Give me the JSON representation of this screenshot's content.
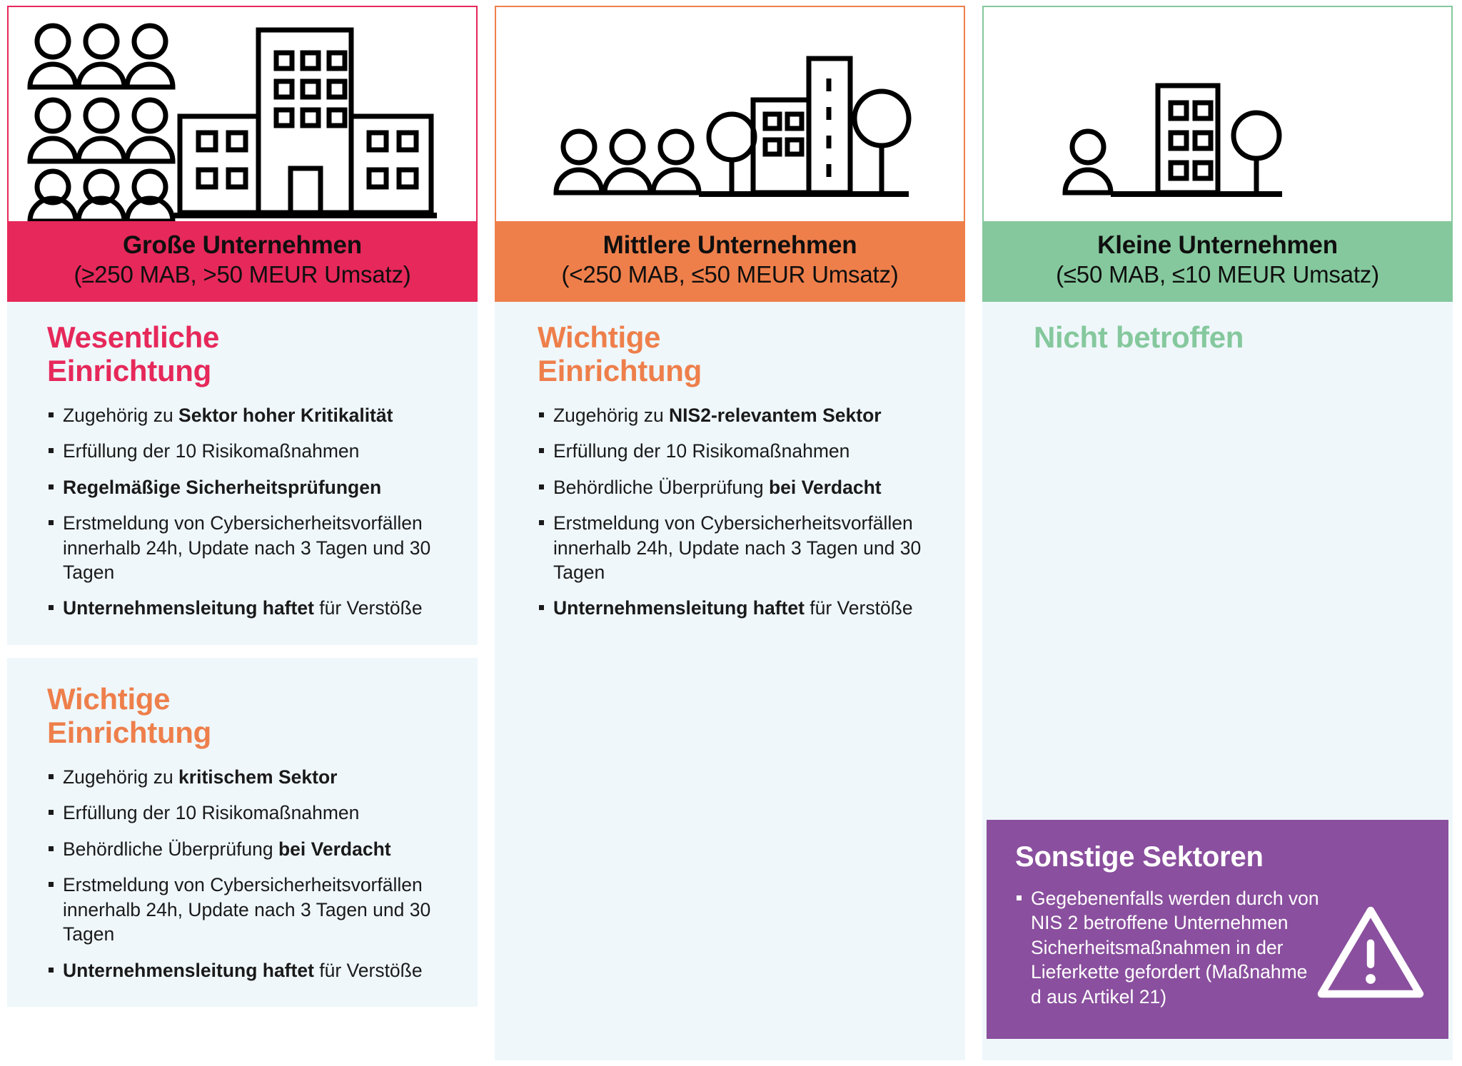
{
  "colors": {
    "large": "#e6285a",
    "medium": "#ee7f4b",
    "small": "#85c89d",
    "other_sectors": "#8a4f9e",
    "panel_background": "#eff7fb"
  },
  "columns": [
    {
      "key": "large",
      "icon_name": "nine-people-and-large-buildings-icon",
      "header_title": "Große Unternehmen",
      "header_subtitle": "(≥250 MAB, >50 MEUR Umsatz)",
      "blocks": [
        {
          "title_line1": "Wesentliche",
          "title_line2": "Einrichtung",
          "bullets": [
            {
              "pre": "Zugehörig zu ",
              "bold": "Sektor hoher Kritikalität",
              "post": ""
            },
            {
              "pre": "Erfüllung der 10 Risikomaßnahmen",
              "bold": "",
              "post": ""
            },
            {
              "pre": "",
              "bold": "Regelmäßige Sicherheitsprüfungen",
              "post": ""
            },
            {
              "pre": "Erstmeldung von Cybersicherheits­vorfällen innerhalb 24h, Update nach 3 Tagen und 30 Tagen",
              "bold": "",
              "post": ""
            },
            {
              "pre": "",
              "bold": "Unternehmensleitung haftet",
              "post": " für Verstöße"
            }
          ]
        },
        {
          "title_line1": "Wichtige",
          "title_line2": "Einrichtung",
          "bullets": [
            {
              "pre": "Zugehörig zu ",
              "bold": "kritischem Sektor",
              "post": ""
            },
            {
              "pre": "Erfüllung der 10 Risikomaßnahmen",
              "bold": "",
              "post": ""
            },
            {
              "pre": "Behördliche Überprüfung ",
              "bold": "bei Verdacht",
              "post": ""
            },
            {
              "pre": "Erstmeldung von Cybersicherheits­vorfällen innerhalb 24h, Update nach 3 Tagen und 30 Tagen",
              "bold": "",
              "post": ""
            },
            {
              "pre": "",
              "bold": "Unternehmensleitung haftet",
              "post": " für Verstöße"
            }
          ]
        }
      ]
    },
    {
      "key": "medium",
      "icon_name": "three-people-buildings-and-tree-icon",
      "header_title": "Mittlere Unternehmen",
      "header_subtitle": "(<250 MAB, ≤50 MEUR Umsatz)",
      "blocks": [
        {
          "title_line1": "Wichtige",
          "title_line2": "Einrichtung",
          "bullets": [
            {
              "pre": "Zugehörig zu ",
              "bold": "NIS2-relevantem Sektor",
              "post": ""
            },
            {
              "pre": "Erfüllung der 10 Risikomaßnahmen",
              "bold": "",
              "post": ""
            },
            {
              "pre": "Behördliche Überprüfung ",
              "bold": "bei Verdacht",
              "post": ""
            },
            {
              "pre": "Erstmeldung von Cybersicherheits­vorfällen innerhalb 24h, Update nach 3 Tagen und 30 Tagen",
              "bold": "",
              "post": ""
            },
            {
              "pre": "",
              "bold": "Unternehmensleitung haftet",
              "post": " für Verstöße"
            }
          ]
        }
      ]
    },
    {
      "key": "small",
      "icon_name": "one-person-building-and-tree-icon",
      "header_title": "Kleine Unternehmen",
      "header_subtitle": "(≤50 MAB, ≤10 MEUR Umsatz)",
      "blocks": [
        {
          "title_line1": "Nicht betroffen",
          "title_line2": "",
          "bullets": []
        }
      ],
      "callout": {
        "title": "Sonstige Sektoren",
        "bullet": "Gegebenenfalls werden durch von NIS 2 betroffene Unternehmen Sicherheitsmaßnahmen in der Lieferkette gefordert (Maßnahme d aus Artikel 21)",
        "icon_name": "warning-triangle-icon"
      }
    }
  ]
}
